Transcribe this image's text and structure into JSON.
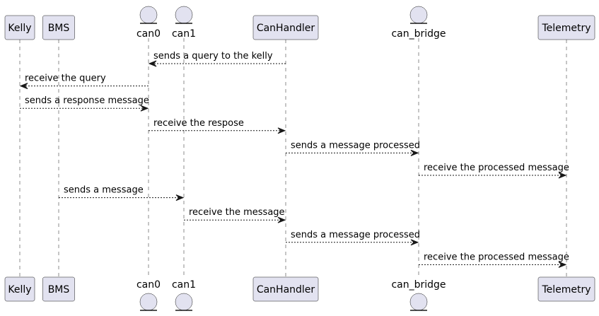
{
  "diagram": {
    "participants": [
      {
        "id": "kelly",
        "label": "Kelly",
        "kind": "participant"
      },
      {
        "id": "bms",
        "label": "BMS",
        "kind": "participant"
      },
      {
        "id": "can0",
        "label": "can0",
        "kind": "entity"
      },
      {
        "id": "can1",
        "label": "can1",
        "kind": "entity"
      },
      {
        "id": "canhandler",
        "label": "CanHandler",
        "kind": "participant"
      },
      {
        "id": "can_bridge",
        "label": "can_bridge",
        "kind": "entity"
      },
      {
        "id": "telemetry",
        "label": "Telemetry",
        "kind": "participant"
      }
    ],
    "messages": [
      {
        "from": "canhandler",
        "to": "can0",
        "label": "sends a query to the kelly"
      },
      {
        "from": "can0",
        "to": "kelly",
        "label": "receive the query"
      },
      {
        "from": "kelly",
        "to": "can0",
        "label": "sends a response message"
      },
      {
        "from": "can0",
        "to": "canhandler",
        "label": "receive the respose"
      },
      {
        "from": "canhandler",
        "to": "can_bridge",
        "label": "sends a message processed"
      },
      {
        "from": "can_bridge",
        "to": "telemetry",
        "label": "receive the processed message"
      },
      {
        "from": "bms",
        "to": "can1",
        "label": "sends a message"
      },
      {
        "from": "can1",
        "to": "canhandler",
        "label": "receive the message"
      },
      {
        "from": "canhandler",
        "to": "can_bridge",
        "label": "sends a message processed"
      },
      {
        "from": "can_bridge",
        "to": "telemetry",
        "label": "receive the processed message"
      }
    ],
    "colors": {
      "box_fill": "#E2E2F0",
      "line": "#181818"
    }
  }
}
